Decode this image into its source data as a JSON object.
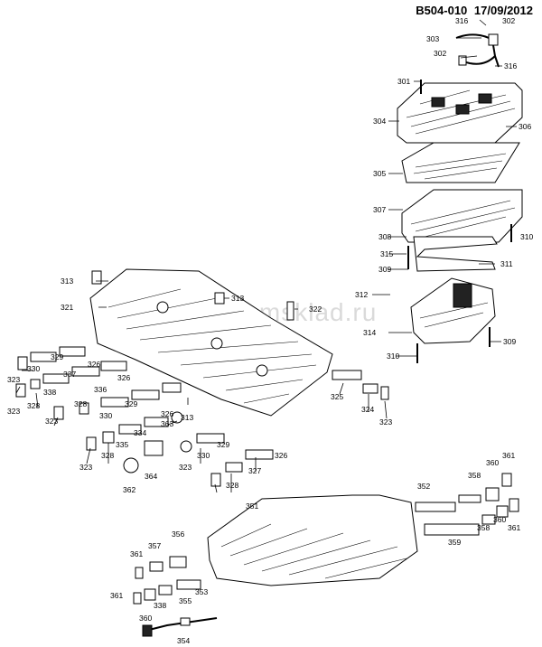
{
  "header": {
    "code": "B504-010",
    "date": "17/09/2012"
  },
  "watermark": "mamsklad.ru",
  "callouts": [
    "316",
    "302",
    "303",
    "302",
    "316",
    "301",
    "304",
    "306",
    "305",
    "307",
    "308",
    "310",
    "315",
    "311",
    "309",
    "312",
    "314",
    "309",
    "310",
    "313",
    "313",
    "321",
    "322",
    "325",
    "324",
    "323",
    "330",
    "329",
    "337",
    "326",
    "323",
    "328",
    "338",
    "336",
    "326",
    "323",
    "328",
    "330",
    "329",
    "326",
    "313",
    "363",
    "334",
    "323",
    "328",
    "335",
    "329",
    "364",
    "323",
    "330",
    "327",
    "326",
    "362",
    "323",
    "328",
    "351",
    "352",
    "358",
    "360",
    "361",
    "359",
    "358",
    "360",
    "361",
    "356",
    "357",
    "361",
    "353",
    "360",
    "338",
    "355",
    "354",
    "361"
  ]
}
